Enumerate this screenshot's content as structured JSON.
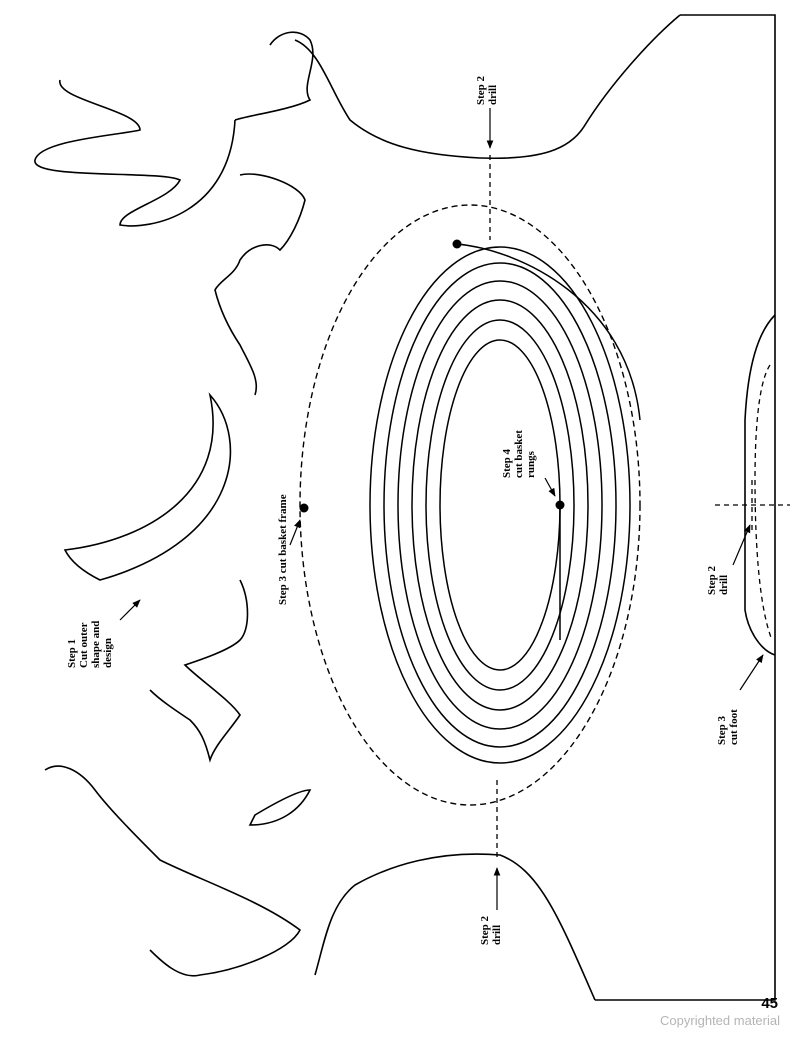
{
  "labels": {
    "step2_drill_top": {
      "line1": "Step 2",
      "line2": "drill"
    },
    "step2_drill_bottom": {
      "line1": "Step 2",
      "line2": "drill"
    },
    "step2_drill_right": {
      "line1": "Step 2",
      "line2": "drill"
    },
    "step1": {
      "line1": "Step 1",
      "line2": "Cut outer",
      "line3": "shape and",
      "line4": "design"
    },
    "step3_frame": {
      "line1": "Step 3 cut basket frame"
    },
    "step4": {
      "line1": "Step 4",
      "line2": "cut basket",
      "line3": "rungs"
    },
    "step3_foot": {
      "line1": "Step 3",
      "line2": "cut foot"
    }
  },
  "footer": {
    "page_number": "45",
    "copyright": "Copyrighted material"
  },
  "colors": {
    "ink": "#000000",
    "watermark": "#b5b5b5"
  },
  "icons": [
    "arrow-icon",
    "drill-hole-icon"
  ]
}
